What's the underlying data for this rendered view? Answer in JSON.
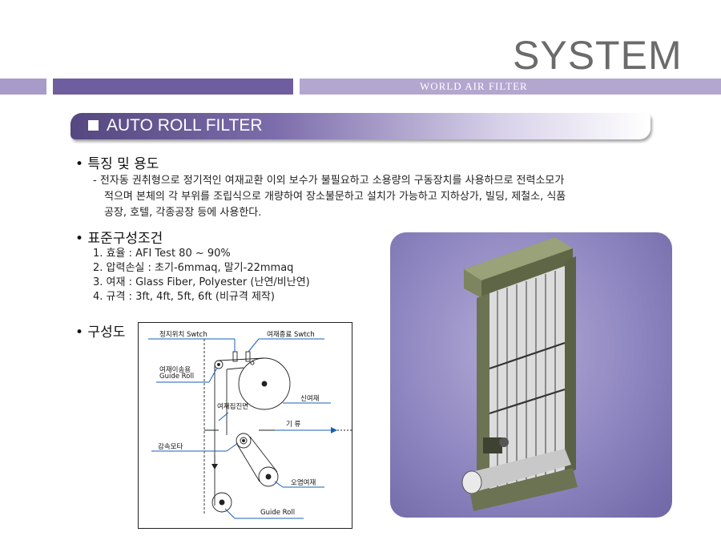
{
  "header": {
    "title": "SYSTEM",
    "band_text": "WORLD AIR FILTER"
  },
  "section": {
    "title": "AUTO ROLL FILTER"
  },
  "features": {
    "heading": "• 특징 및 용도",
    "lines": [
      "- 전자동 권취형으로 정기적인 여재교환 이외 보수가 불필요하고 소용량의 구동장치를 사용하므로 전력소모가",
      "적으며 본체의 각 부위를 조립식으로 개량하여 장소불문하고 설치가 가능하고 지하상가, 빌딩, 제철소, 식품",
      "공장, 호텔, 각종공장 등에 사용한다."
    ]
  },
  "standard": {
    "heading": "• 표준구성조건",
    "items": [
      "1. 효율 : AFI Test 80 ~ 90%",
      "2. 압력손실 : 초기-6mmaq, 말기-22mmaq",
      "3. 여재 : Glass Fiber, Polyester (난연/비난연)",
      "4. 규격 : 3ft, 4ft, 5ft, 6ft (비규격 제작)"
    ]
  },
  "diagram": {
    "heading": "• 구성도",
    "labels": {
      "stop_switch": "정지위치 Swtch",
      "end_switch": "여재종료 Swtch",
      "guide_roll_kr": "여재이송용",
      "guide_roll_en": "Guide Roll",
      "new_media": "신여재",
      "media_surface": "여재집진면",
      "airflow": "기  류",
      "motor": "감속모타",
      "dirty_media": "오염여재",
      "guide_roll_bottom": "Guide Roll"
    }
  },
  "colors": {
    "band_dark": "#6f5e9f",
    "band_light": "#b3a7d0",
    "frame_green": "#7d8560",
    "diagram_lines": "#1a5fb4"
  }
}
